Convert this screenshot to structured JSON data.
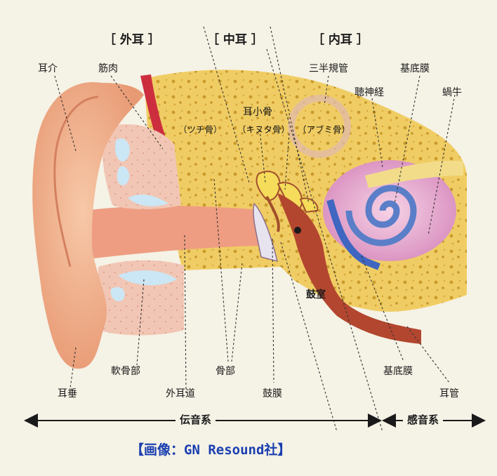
{
  "sections": {
    "outer": "［ 外耳 ］",
    "middle": "［ 中耳 ］",
    "inner": "［ 内耳 ］"
  },
  "labels": {
    "auricle": "耳介",
    "muscle": "筋肉",
    "ossicles": "耳小骨",
    "hammer": "（ツチ骨）",
    "anvil": "（キヌタ骨）",
    "stirrup": "（アブミ骨）",
    "semicircular": "三半規管",
    "auditory_nerve": "聴神経",
    "basilar_top": "基底膜",
    "cochlea": "蝸牛",
    "tympanic_cavity": "鼓室",
    "earlobe": "耳垂",
    "cartilage": "軟骨部",
    "ear_canal": "外耳道",
    "bone": "骨部",
    "eardrum": "鼓膜",
    "basilar_bottom": "基底膜",
    "eustachian": "耳管"
  },
  "systems": {
    "conductive": "伝音系",
    "sensorineural": "感音系"
  },
  "credit": "【画像：GN Resound社】",
  "colors": {
    "skin": "#f2b391",
    "bone": "#f0cd64",
    "muscle": "#cc2e3e",
    "cartilage": "#a9d3ea",
    "cochlea": "#e6a6cc",
    "credit": "#1a3fb0"
  }
}
